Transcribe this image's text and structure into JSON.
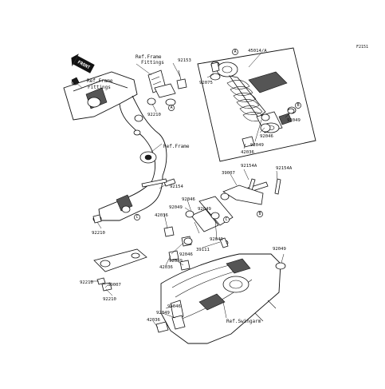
{
  "figure_code": "F2151",
  "front_marker": "FRONT",
  "refs": {
    "frame_fittings_top": [
      "Ref.Frame",
      "Fittings"
    ],
    "frame_fittings_left": [
      "Ref.Frame",
      "Fittings"
    ],
    "frame": "Ref.Frame",
    "swingarm": "Ref.Swingarm"
  },
  "callouts": {
    "a": "A",
    "b": "B",
    "c": "C"
  },
  "parts": {
    "p92153": "92153",
    "p45014A": "45014/A",
    "p92075": "92075",
    "p92210_top": "92210",
    "p92049_shock_right": "92049",
    "p92046_shock": "92046",
    "p92049_shock_low": "92049",
    "p42036_shock": "42036",
    "p39007_top": "39007",
    "p92154A_a": "92154A",
    "p92154A_b": "92154A",
    "p92154": "92154",
    "p92046_mid": "92046",
    "p92049_mid_a": "92049",
    "p42036_mid": "42036",
    "p92049_mid_b": "92049",
    "p92210_left": "92210",
    "p92049_center": "92049",
    "p39111": "39111",
    "p92046_low": "92046",
    "p42036_low": "42036",
    "p92049_low": "92049",
    "p92049_right": "92049",
    "p92210_bl_a": "92210",
    "p39007_bottom": "39007",
    "p92210_bl_b": "92210",
    "p92049_bottom": "92049",
    "p92046_bottom": "92046",
    "p42036_bottom": "42036"
  }
}
